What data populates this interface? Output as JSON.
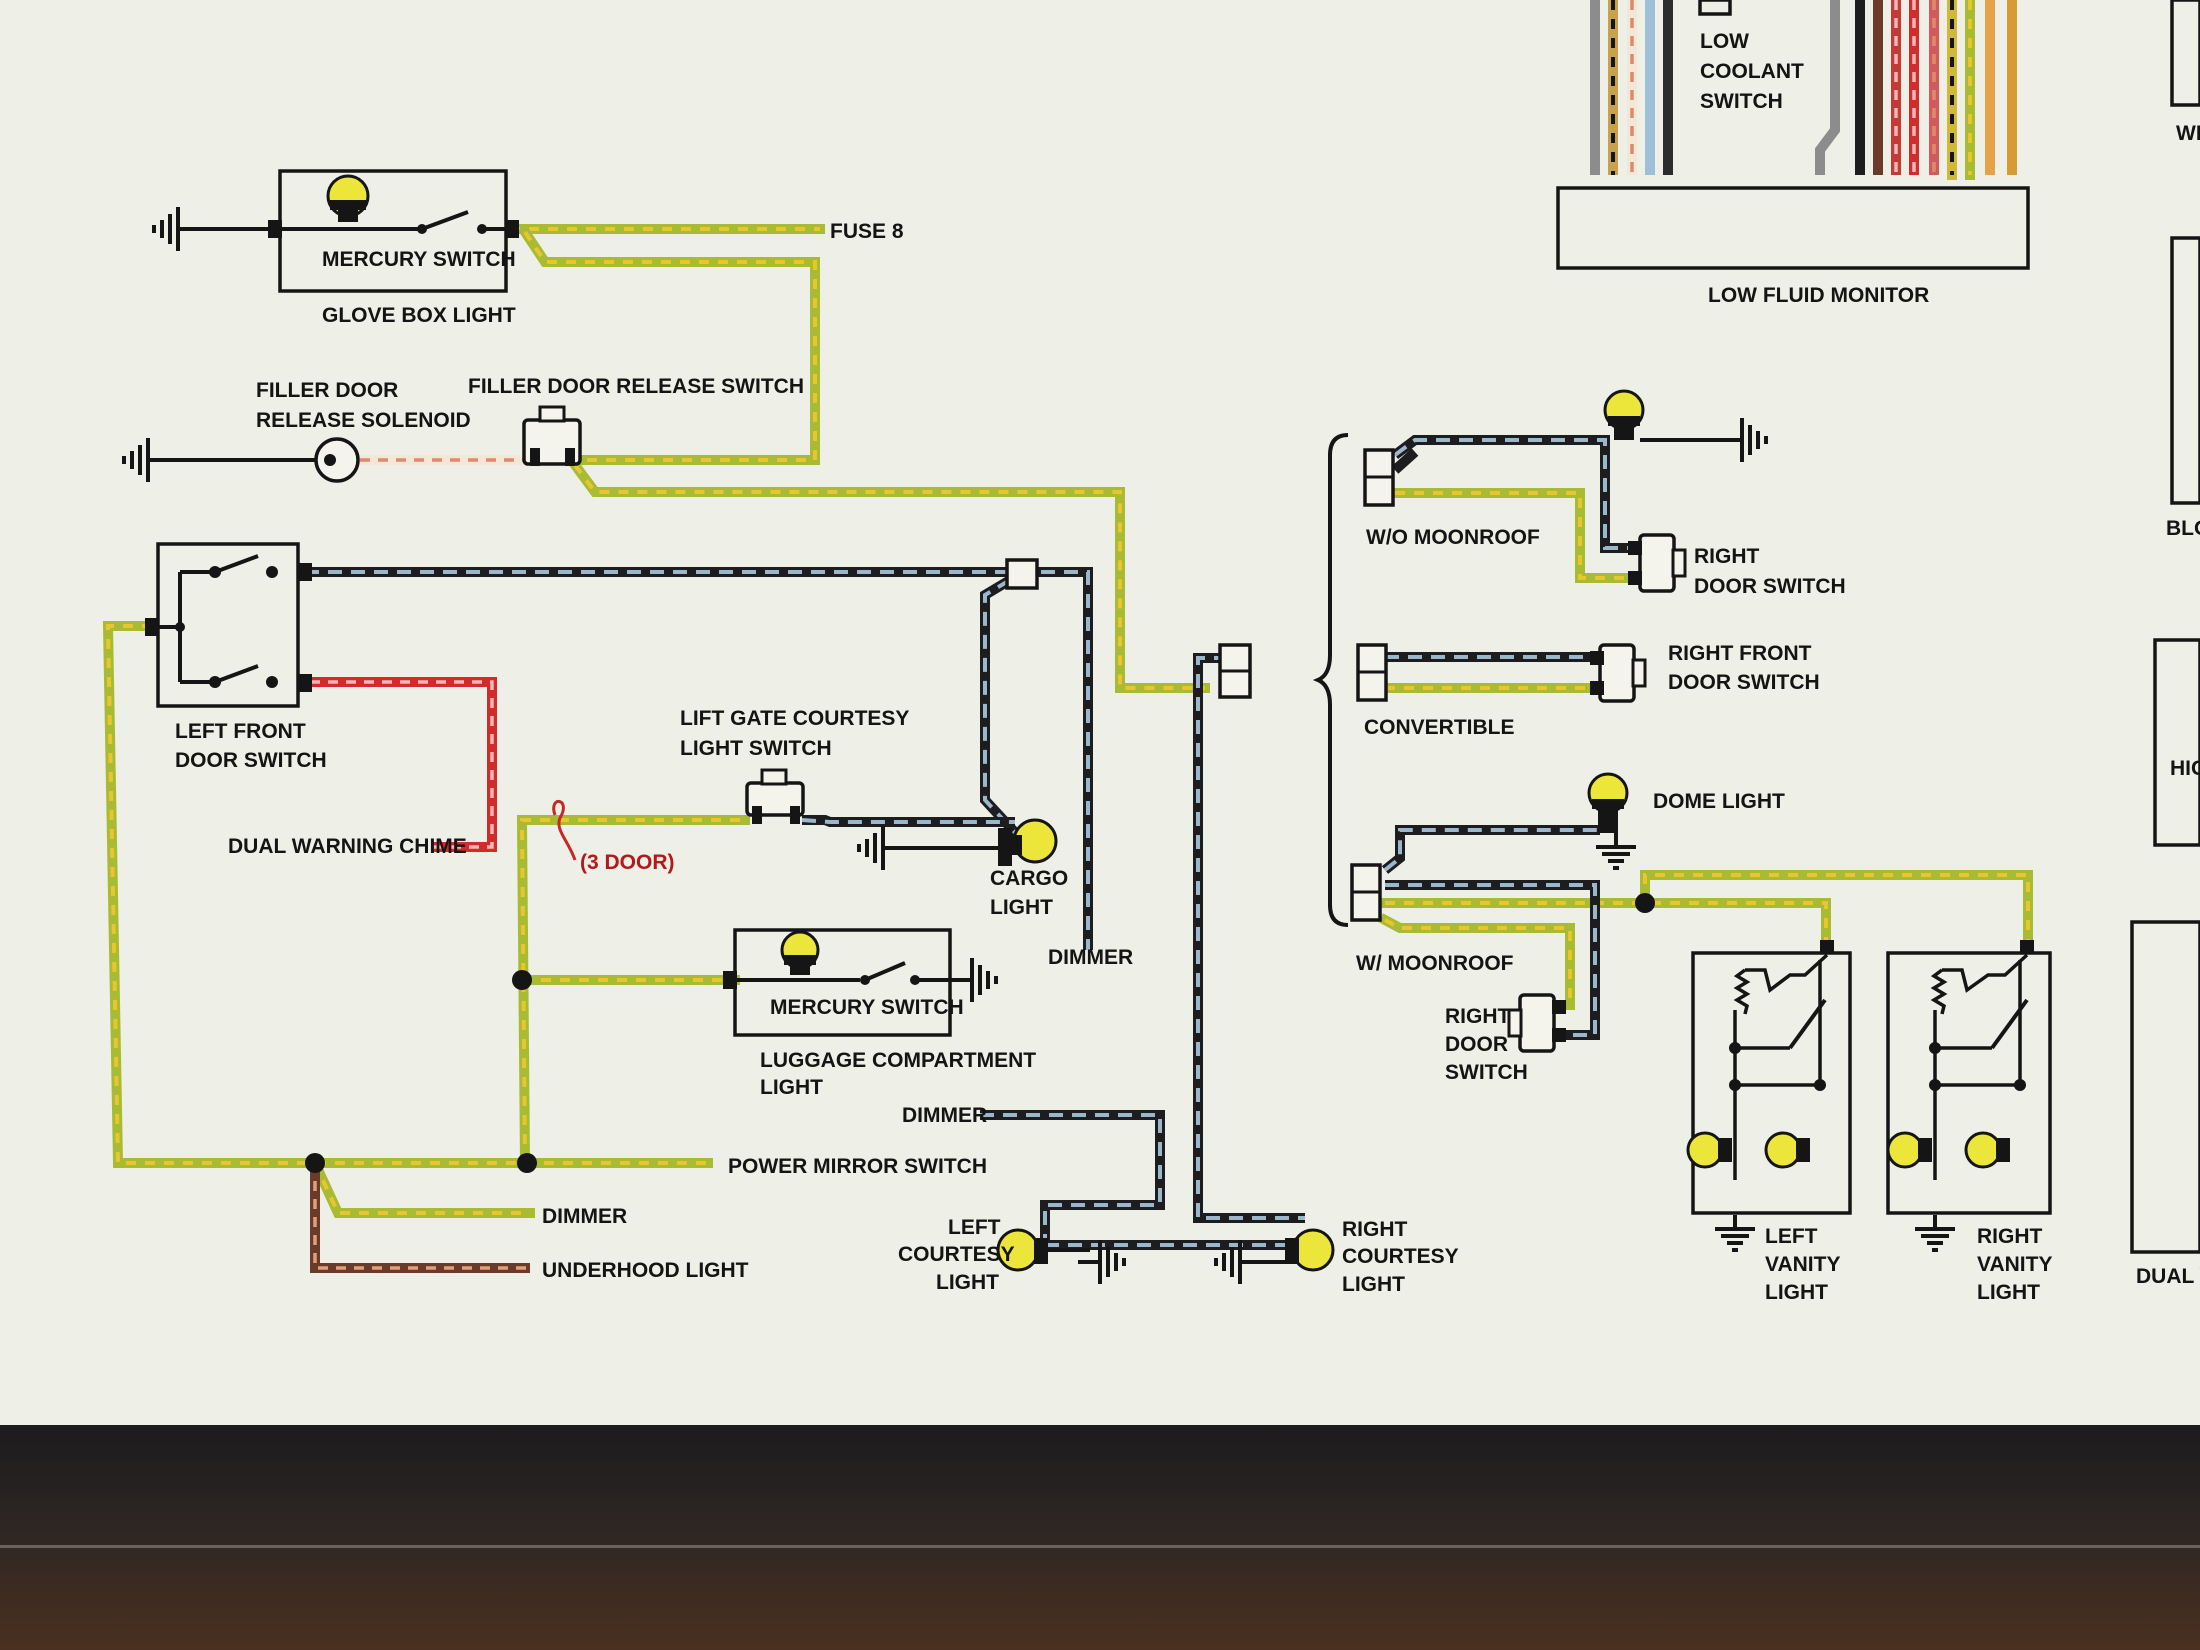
{
  "diagram": {
    "glove_box": {
      "switch_label": "MERCURY SWITCH",
      "title": "GLOVE BOX LIGHT",
      "fuse_label": "FUSE 8"
    },
    "filler_door": {
      "solenoid_label_line1": "FILLER DOOR",
      "solenoid_label_line2": "RELEASE SOLENOID",
      "switch_label": "FILLER DOOR RELEASE SWITCH"
    },
    "left_front_door": {
      "label_line1": "LEFT FRONT",
      "label_line2": "DOOR SWITCH",
      "chime_label": "DUAL WARNING CHIME"
    },
    "lift_gate": {
      "label_line1": "LIFT GATE COURTESY",
      "label_line2": "LIGHT SWITCH",
      "three_door_label": "(3 DOOR)",
      "cargo_line1": "CARGO",
      "cargo_line2": "LIGHT",
      "dimmer_label": "DIMMER"
    },
    "luggage": {
      "switch_label": "MERCURY SWITCH",
      "title_line1": "LUGGAGE COMPARTMENT",
      "title_line2": "LIGHT"
    },
    "lower_left": {
      "power_mirror_label": "POWER MIRROR SWITCH",
      "dimmer_label": "DIMMER",
      "underhood_label": "UNDERHOOD LIGHT"
    },
    "courtesy": {
      "dimmer_label": "DIMMER",
      "left_line1": "LEFT",
      "left_line2": "COURTESY",
      "left_line3": "LIGHT",
      "right_line1": "RIGHT",
      "right_line2": "COURTESY",
      "right_line3": "LIGHT"
    },
    "top_right": {
      "coolant_line1": "LOW",
      "coolant_line2": "COOLANT",
      "coolant_line3": "SWITCH",
      "monitor_label": "LOW FLUID MONITOR",
      "edge_label_1": "WI",
      "edge_label_2": "BLO",
      "edge_label_3": "HIG",
      "edge_label_4": "DUAL WA"
    },
    "moonroof": {
      "wo_label": "W/O MOONROOF",
      "right_door_line1": "RIGHT",
      "right_door_line2": "DOOR SWITCH",
      "convertible_label": "CONVERTIBLE",
      "rf_door_line1": "RIGHT FRONT",
      "rf_door_line2": "DOOR SWITCH",
      "dome_label": "DOME LIGHT",
      "w_label": "W/ MOONROOF",
      "rds_line1": "RIGHT",
      "rds_line2": "DOOR",
      "rds_line3": "SWITCH"
    },
    "vanity": {
      "left_line1": "LEFT",
      "left_line2": "VANITY",
      "left_line3": "LIGHT",
      "right_line1": "RIGHT",
      "right_line2": "VANITY",
      "right_line3": "LIGHT"
    },
    "colors": {
      "paper": "#eeefe6",
      "green_yellow_wire": "#a9bb33",
      "black_blue_wire": "#1d1d1f",
      "red_wire": "#d12b2b",
      "bulb": "#ece63a"
    }
  }
}
